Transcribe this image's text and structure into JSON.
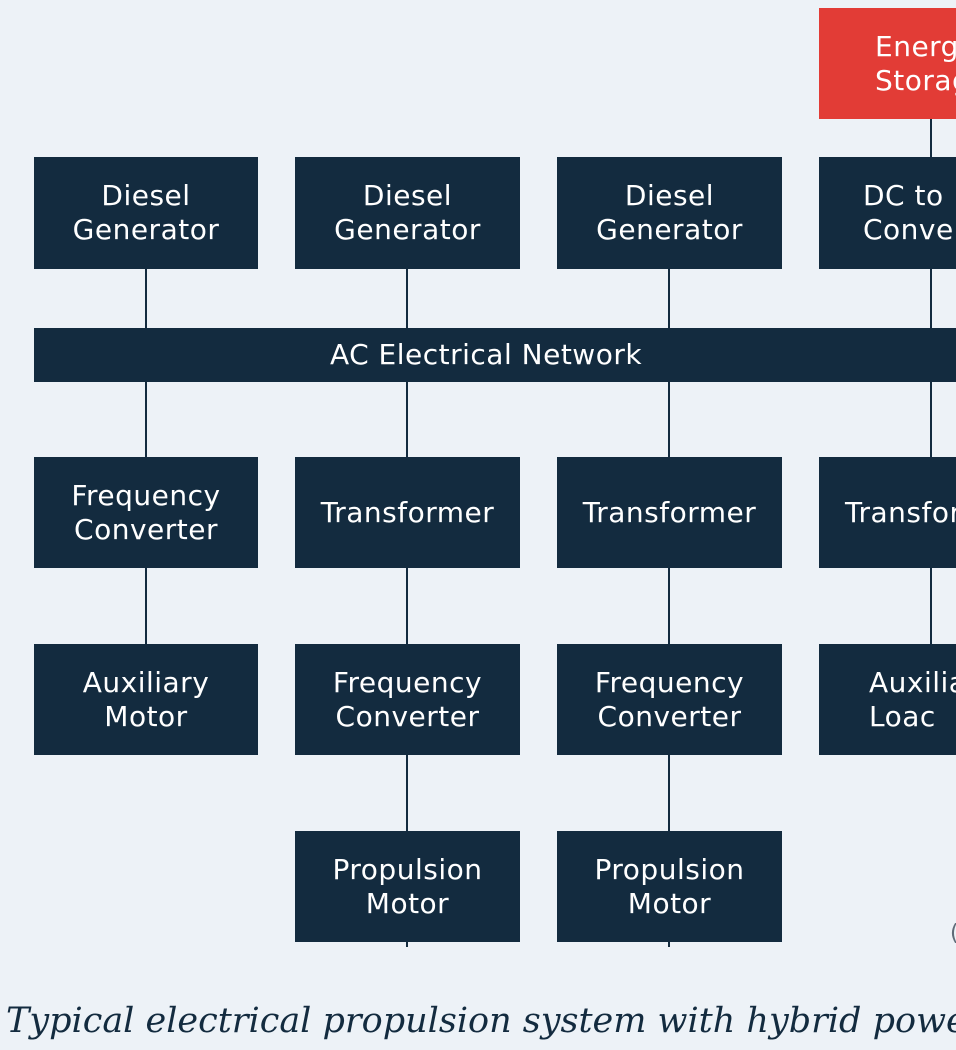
{
  "colors": {
    "background": "#edf2f7",
    "node": "#132b3f",
    "storage": "#e23c36",
    "text": "#ffffff"
  },
  "nodes": {
    "energy_storage": "Energ\nStorag",
    "diesel_generator_1": "Diesel\nGenerator",
    "diesel_generator_2": "Diesel\nGenerator",
    "diesel_generator_3": "Diesel\nGenerator",
    "dc_converter": "DC to\nConver",
    "ac_network": "AC Electrical Network",
    "frequency_converter_1": "Frequency\nConverter",
    "transformer_1": "Transformer",
    "transformer_2": "Transformer",
    "transformer_3": "Transfor",
    "auxiliary_motor": "Auxiliary\nMotor",
    "frequency_converter_2": "Frequency\nConverter",
    "frequency_converter_3": "Frequency\nConverter",
    "auxiliary_load": "Auxilia\nLoac",
    "propulsion_motor_1": "Propulsion\nMotor",
    "propulsion_motor_2": "Propulsion\nMotor"
  },
  "edge_glyph": "(",
  "caption": "Typical electrical propulsion system with hybrid power"
}
